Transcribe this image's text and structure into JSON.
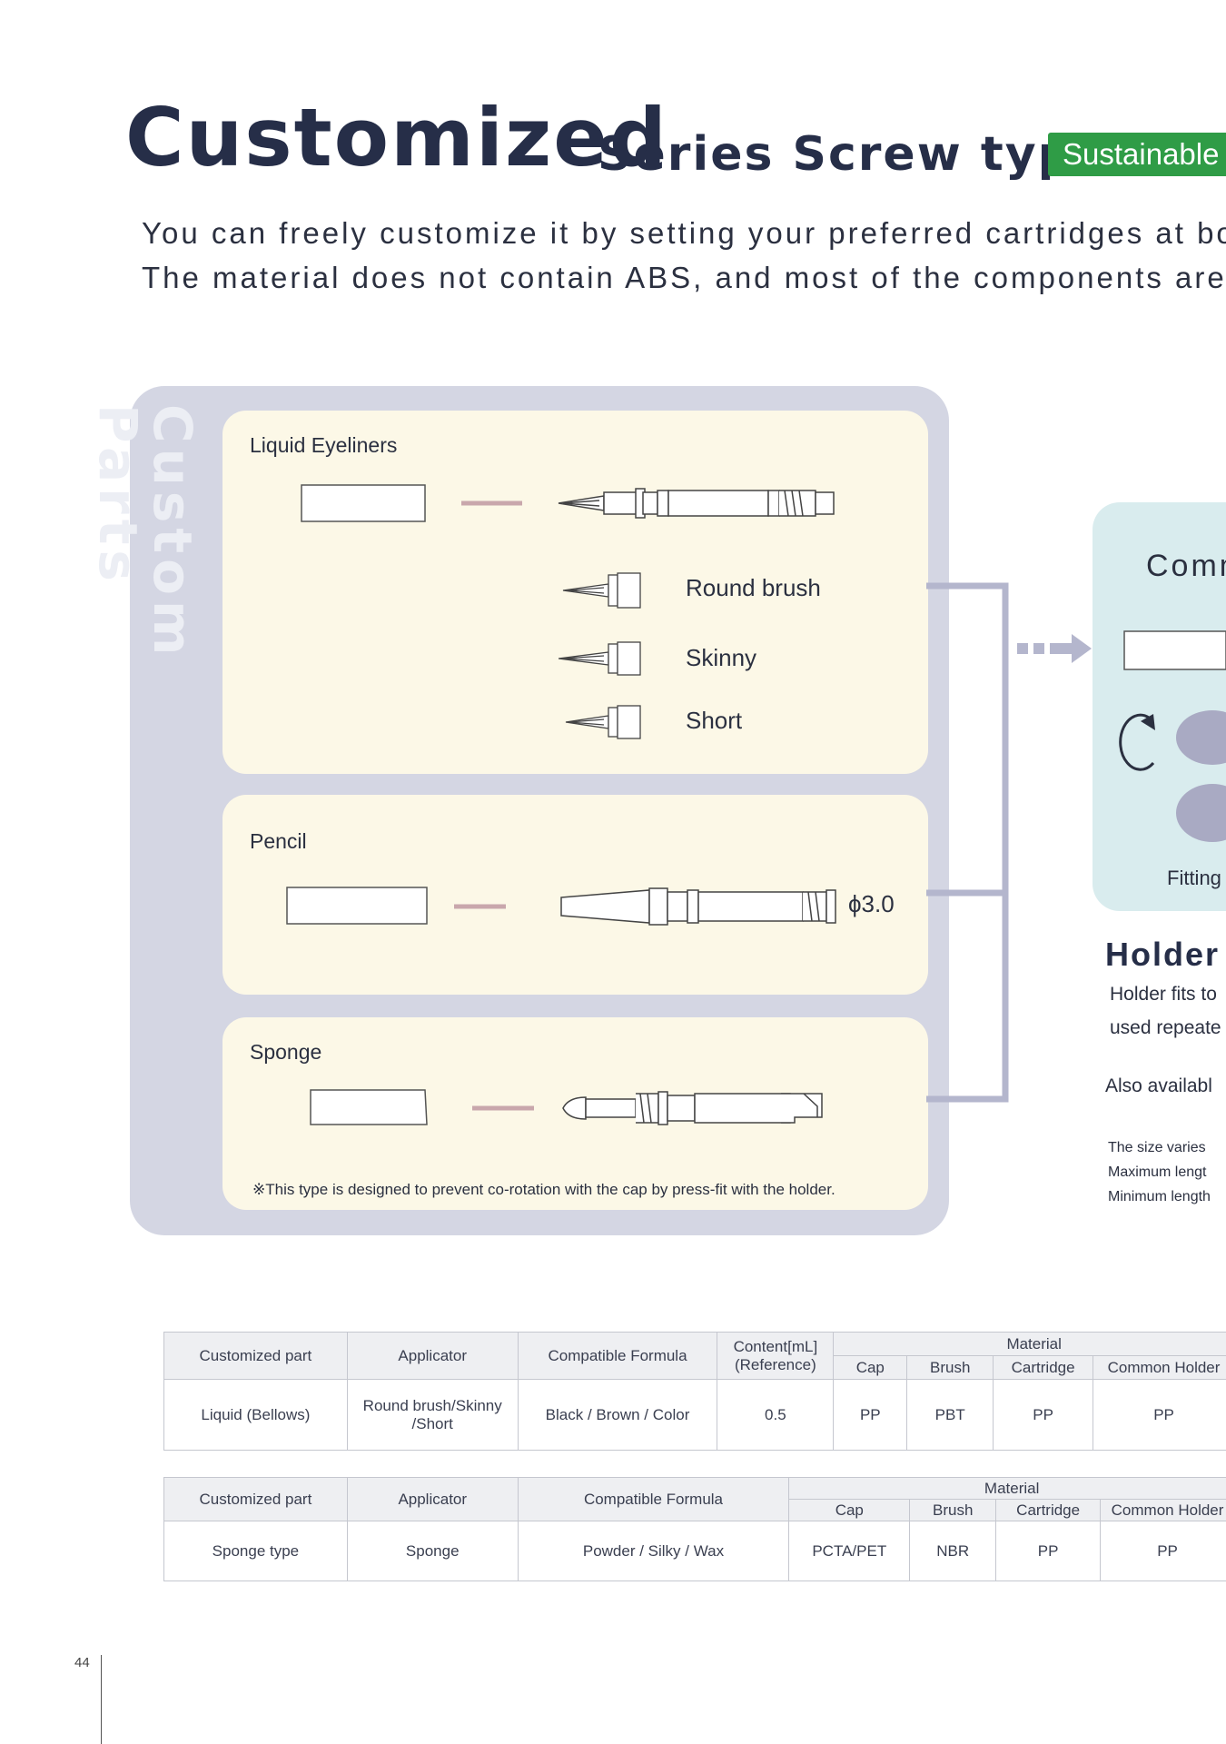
{
  "header": {
    "title": "Customized",
    "subtitle": "Series Screw type",
    "badge": "Sustainable"
  },
  "intro": {
    "line1": "You can freely customize it by setting your preferred cartridges at bot",
    "line2": "The material does not contain ABS, and most of the components are m"
  },
  "custom_parts": {
    "vertical_label": "Custom Parts",
    "eyeliners": {
      "title": "Liquid Eyeliners",
      "tips": [
        "Round brush",
        "Skinny",
        "Short"
      ]
    },
    "pencil": {
      "title": "Pencil",
      "diameter": "ϕ3.0"
    },
    "sponge": {
      "title": "Sponge",
      "note": "※This type is designed to prevent co-rotation with the cap by press-fit with the holder."
    }
  },
  "common": {
    "title": "Comm",
    "fitting": "Fitting"
  },
  "holder": {
    "title": "Holder",
    "desc1": "Holder fits to",
    "desc2": "used repeate",
    "also": "Also availabl",
    "size1": "The size varies",
    "size2": "Maximum lengt",
    "size3": "Minimum length"
  },
  "table1": {
    "headers": {
      "part": "Customized part",
      "applicator": "Applicator",
      "formula": "Compatible Formula",
      "content_l1": "Content[mL]",
      "content_l2": "(Reference)",
      "material": "Material",
      "cap": "Cap",
      "brush": "Brush",
      "cartridge": "Cartridge",
      "holder": "Common Holder"
    },
    "row": {
      "part": "Liquid (Bellows)",
      "applicator_l1": "Round brush/Skinny",
      "applicator_l2": "/Short",
      "formula": "Black / Brown / Color",
      "content": "0.5",
      "cap": "PP",
      "brush": "PBT",
      "cartridge": "PP",
      "holder": "PP"
    }
  },
  "table2": {
    "headers": {
      "part": "Customized part",
      "applicator": "Applicator",
      "formula": "Compatible Formula",
      "material": "Material",
      "cap": "Cap",
      "brush": "Brush",
      "cartridge": "Cartridge",
      "holder": "Common Holder"
    },
    "row": {
      "part": "Sponge type",
      "applicator": "Sponge",
      "formula": "Powder / Silky / Wax",
      "cap": "PCTA/PET",
      "brush": "NBR",
      "cartridge": "PP",
      "holder": "PP"
    }
  },
  "footer": {
    "page": "44"
  },
  "colors": {
    "navy": "#262e48",
    "badge_green": "#2f9c46",
    "panel_gray": "#d4d6e3",
    "card_cream": "#fcf8e7",
    "teal": "#d9ecee",
    "connector": "#b4b6cd",
    "dash_pink": "#c9a7ac"
  }
}
